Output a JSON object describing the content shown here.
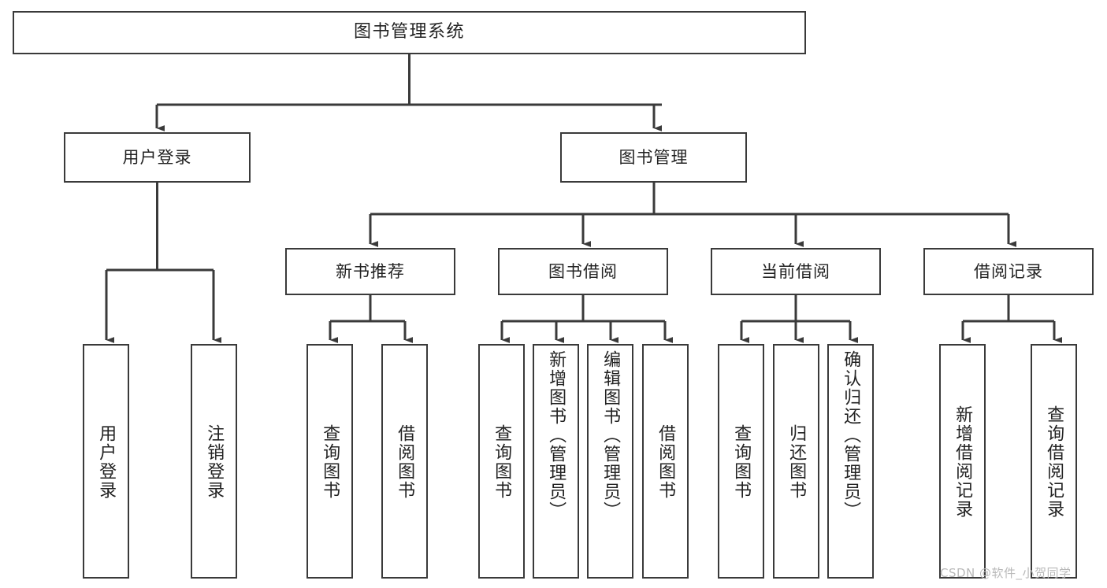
{
  "diagram": {
    "type": "tree",
    "title": "图书管理系统",
    "orientation": "top-down",
    "colors": {
      "box_border": "#3a3a3a",
      "box_fill": "#ffffff",
      "connector": "#3a3a3a",
      "text": "#222222",
      "watermark": "#b9b9b9",
      "page_background": "#ffffff"
    },
    "watermark": "CSDN @软件_小贺同学"
  },
  "nodes": {
    "root": {
      "label": "图书管理系统",
      "level": 1
    },
    "level2": [
      {
        "id": "user-login",
        "label": "用户登录"
      },
      {
        "id": "book-management",
        "label": "图书管理"
      }
    ],
    "level3": [
      {
        "id": "new-book-recommend",
        "label": "新书推荐"
      },
      {
        "id": "book-borrow",
        "label": "图书借阅"
      },
      {
        "id": "current-borrow",
        "label": "当前借阅"
      },
      {
        "id": "borrow-record",
        "label": "借阅记录"
      }
    ],
    "leaves": {
      "user_login": [
        {
          "id": "leaf-user-login",
          "label": "用户登录"
        },
        {
          "id": "leaf-logout-login",
          "label": "注销登录"
        }
      ],
      "new_book_recommend": [
        {
          "id": "leaf-query-book-1",
          "label": "查询图书"
        },
        {
          "id": "leaf-borrow-book-1",
          "label": "借阅图书"
        }
      ],
      "book_borrow": [
        {
          "id": "leaf-query-book-2",
          "label": "查询图书"
        },
        {
          "id": "leaf-add-book",
          "label": "新增图书（管理员）"
        },
        {
          "id": "leaf-edit-book",
          "label": "编辑图书（管理员）"
        },
        {
          "id": "leaf-borrow-book-2",
          "label": "借阅图书"
        }
      ],
      "current_borrow": [
        {
          "id": "leaf-query-book-3",
          "label": "查询图书"
        },
        {
          "id": "leaf-return-book",
          "label": "归还图书"
        },
        {
          "id": "leaf-confirm-return",
          "label": "确认归还（管理员）"
        }
      ],
      "borrow_record": [
        {
          "id": "leaf-add-borrow-record",
          "label": "新增借阅记录"
        },
        {
          "id": "leaf-query-borrow-record",
          "label": "查询借阅记录"
        }
      ]
    }
  },
  "edges": [
    {
      "from": "图书管理系统",
      "to": "用户登录"
    },
    {
      "from": "图书管理系统",
      "to": "图书管理"
    },
    {
      "from": "用户登录",
      "to": "用户登录"
    },
    {
      "from": "用户登录",
      "to": "注销登录"
    },
    {
      "from": "图书管理",
      "to": "新书推荐"
    },
    {
      "from": "图书管理",
      "to": "图书借阅"
    },
    {
      "from": "图书管理",
      "to": "当前借阅"
    },
    {
      "from": "图书管理",
      "to": "借阅记录"
    },
    {
      "from": "新书推荐",
      "to": "查询图书"
    },
    {
      "from": "新书推荐",
      "to": "借阅图书"
    },
    {
      "from": "图书借阅",
      "to": "查询图书"
    },
    {
      "from": "图书借阅",
      "to": "新增图书（管理员）"
    },
    {
      "from": "图书借阅",
      "to": "编辑图书（管理员）"
    },
    {
      "from": "图书借阅",
      "to": "借阅图书"
    },
    {
      "from": "当前借阅",
      "to": "查询图书"
    },
    {
      "from": "当前借阅",
      "to": "归还图书"
    },
    {
      "from": "当前借阅",
      "to": "确认归还（管理员）"
    },
    {
      "from": "借阅记录",
      "to": "新增借阅记录"
    },
    {
      "from": "借阅记录",
      "to": "查询借阅记录"
    }
  ]
}
